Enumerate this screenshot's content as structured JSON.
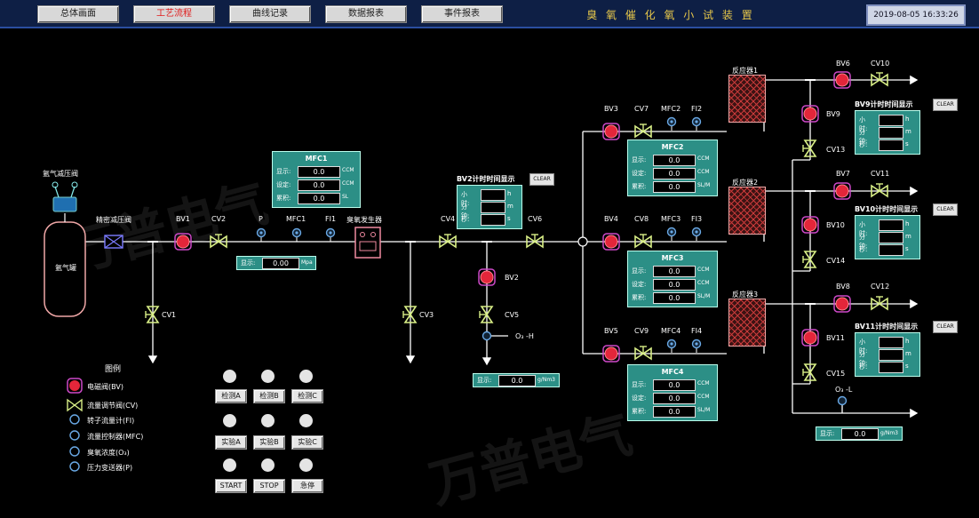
{
  "app_title": "臭 氧 催 化 氧 小 试 装 置",
  "datetime": "2019-08-05  16:33:26",
  "nav": [
    "总体画面",
    "工艺流程",
    "曲线记录",
    "数据报表",
    "事件报表"
  ],
  "labels": {
    "ar_pressure_valve": "氩气减压阀",
    "precise_reducer": "精密减压阀",
    "ar_tank": "氩气罐",
    "ozone_gen": "臭氧发生器",
    "o3_h": "O₃ -H",
    "o3_l": "O₃ -L",
    "legend": "图例"
  },
  "tags": {
    "BV1": "BV1",
    "BV2": "BV2",
    "BV3": "BV3",
    "BV4": "BV4",
    "BV5": "BV5",
    "BV6": "BV6",
    "BV7": "BV7",
    "BV8": "BV8",
    "BV9": "BV9",
    "BV10": "BV10",
    "BV11": "BV11",
    "CV1": "CV1",
    "CV2": "CV2",
    "CV3": "CV3",
    "CV4": "CV4",
    "CV5": "CV5",
    "CV6": "CV6",
    "CV7": "CV7",
    "CV8": "CV8",
    "CV9": "CV9",
    "CV10": "CV10",
    "CV11": "CV11",
    "CV12": "CV12",
    "CV13": "CV13",
    "CV14": "CV14",
    "CV15": "CV15",
    "P": "P",
    "MFC1": "MFC1",
    "FI1": "FI1",
    "MFC2": "MFC2",
    "FI2": "FI2",
    "MFC3": "MFC3",
    "FI3": "FI3",
    "MFC4": "MFC4",
    "FI4": "FI4",
    "R1": "反应器1",
    "R2": "反应器2",
    "R3": "反应器3"
  },
  "mfc_panels": [
    {
      "title": "MFC1",
      "rows": [
        {
          "label": "显示:",
          "value": "0.0",
          "unit": "CCM"
        },
        {
          "label": "设定:",
          "value": "0.0",
          "unit": "CCM"
        },
        {
          "label": "累积:",
          "value": "0.0",
          "unit": "SL"
        }
      ]
    },
    {
      "title": "MFC2",
      "rows": [
        {
          "label": "显示:",
          "value": "0.0",
          "unit": "CCM"
        },
        {
          "label": "设定:",
          "value": "0.0",
          "unit": "CCM"
        },
        {
          "label": "累积:",
          "value": "0.0",
          "unit": "SL/M"
        }
      ]
    },
    {
      "title": "MFC3",
      "rows": [
        {
          "label": "显示:",
          "value": "0.0",
          "unit": "CCM"
        },
        {
          "label": "设定:",
          "value": "0.0",
          "unit": "CCM"
        },
        {
          "label": "累积:",
          "value": "0.0",
          "unit": "SL/M"
        }
      ]
    },
    {
      "title": "MFC4",
      "rows": [
        {
          "label": "显示:",
          "value": "0.0",
          "unit": "CCM"
        },
        {
          "label": "设定:",
          "value": "0.0",
          "unit": "CCM"
        },
        {
          "label": "累积:",
          "value": "0.0",
          "unit": "SL/M"
        }
      ]
    }
  ],
  "timers": [
    {
      "title": "BV2计时时间显示",
      "clear": "CLEAR"
    },
    {
      "title": "BV9计时时间显示",
      "clear": "CLEAR"
    },
    {
      "title": "BV10计时时间显示",
      "clear": "CLEAR"
    },
    {
      "title": "BV11计时时间显示",
      "clear": "CLEAR"
    }
  ],
  "timer_rows": [
    {
      "label": "小时:",
      "unit": "h"
    },
    {
      "label": "分钟:",
      "unit": "m"
    },
    {
      "label": "秒:",
      "unit": "s"
    }
  ],
  "indicators": {
    "pressure": {
      "label": "显示:",
      "value": "0.00",
      "unit": "Mpa"
    },
    "o3_high": {
      "label": "显示:",
      "value": "0.0",
      "unit": "g/Nm3"
    },
    "o3_low": {
      "label": "显示:",
      "value": "0.0",
      "unit": "g/Nm3"
    }
  },
  "legend_items": [
    "电磁阀(BV)",
    "流量调节阀(CV)",
    "转子流量计(FI)",
    "流量控制器(MFC)",
    "臭氧浓度(O₃)",
    "压力变送器(P)"
  ],
  "control_buttons": [
    "检测A",
    "检测B",
    "检测C",
    "实验A",
    "实验B",
    "实验C",
    "START",
    "STOP",
    "急停"
  ],
  "colors": {
    "pipe": "#ffffff",
    "valve_bv": "#e3263a",
    "valve_cv": "#d9ef87",
    "panel": "#2c8f86",
    "header": "#0e1f45",
    "accent_title": "#e8c84a"
  },
  "watermark": "万普电气"
}
